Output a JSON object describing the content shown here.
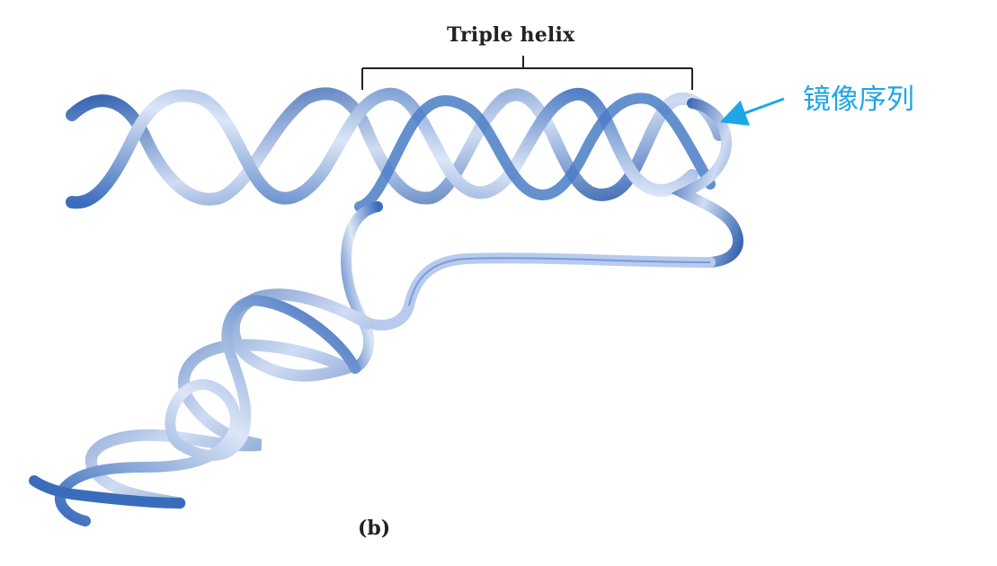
{
  "labels": {
    "triple_helix": "Triple helix",
    "mirror_sequence": "镜像序列",
    "panel": "(b)"
  },
  "colors": {
    "ribbon_dark": "#2f5fae",
    "ribbon_light": "#cfdcf3",
    "arrow": "#1ea6e6",
    "bracket": "#222222"
  }
}
